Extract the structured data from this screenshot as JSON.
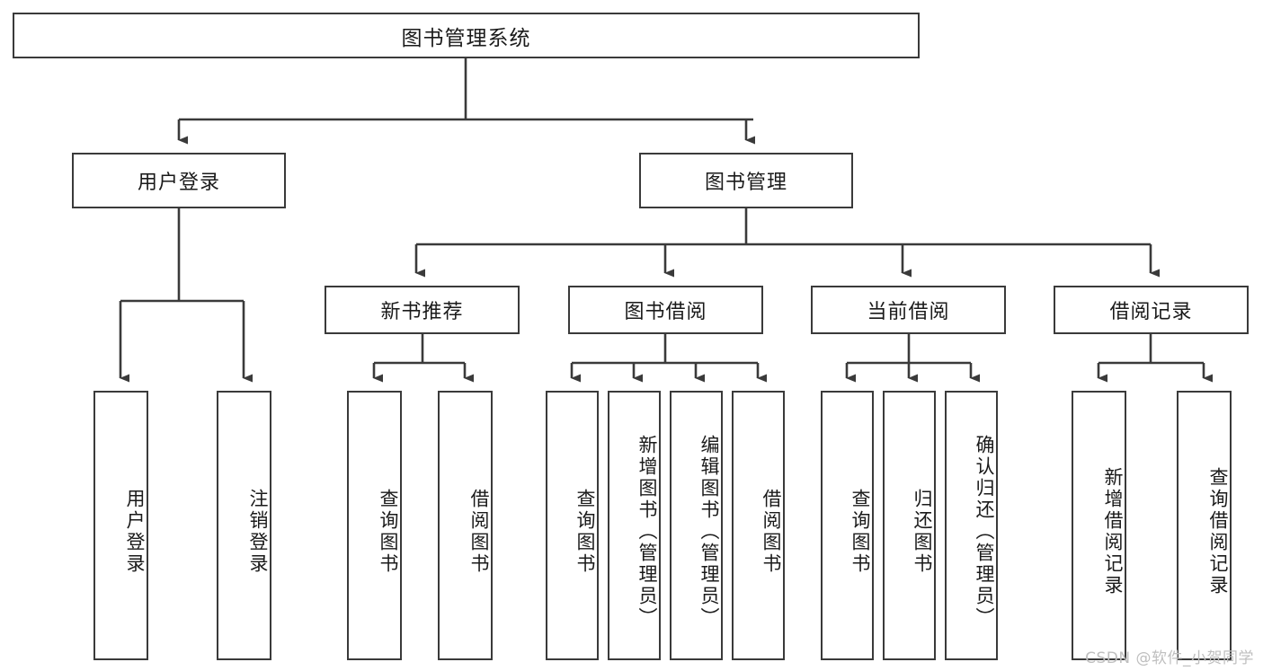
{
  "diagram": {
    "title": "图书管理系统",
    "type": "tree-hierarchy-chart",
    "watermark": "CSDN @软件_小贺同学",
    "colors": {
      "box_border": "#3a3a3a",
      "box_fill": "#ffffff",
      "connector": "#3a3a3a",
      "text": "#1a1a1a",
      "watermark": "#bfbfbf",
      "background": "#ffffff"
    }
  },
  "root": {
    "label": "图书管理系统"
  },
  "level2": [
    {
      "id": "user-login",
      "label": "用户登录"
    },
    {
      "id": "book-management",
      "label": "图书管理"
    }
  ],
  "level3": [
    {
      "id": "new-book-recommend",
      "label": "新书推荐",
      "parent": "book-management"
    },
    {
      "id": "book-borrow",
      "label": "图书借阅",
      "parent": "book-management"
    },
    {
      "id": "current-borrow",
      "label": "当前借阅",
      "parent": "book-management"
    },
    {
      "id": "borrow-record",
      "label": "借阅记录",
      "parent": "book-management"
    }
  ],
  "leaves": {
    "user_login": [
      {
        "id": "leaf-user-login",
        "label": "用户登录"
      },
      {
        "id": "leaf-user-logout",
        "label": "注销登录"
      }
    ],
    "new_book_recommend": [
      {
        "id": "leaf-query-book-1",
        "label": "查询图书"
      },
      {
        "id": "leaf-borrow-book-1",
        "label": "借阅图书"
      }
    ],
    "book_borrow": [
      {
        "id": "leaf-query-book-2",
        "label": "查询图书"
      },
      {
        "id": "leaf-add-book",
        "label": "新增图书（管理员）"
      },
      {
        "id": "leaf-edit-book",
        "label": "编辑图书（管理员）"
      },
      {
        "id": "leaf-borrow-book-2",
        "label": "借阅图书"
      }
    ],
    "current_borrow": [
      {
        "id": "leaf-query-book-3",
        "label": "查询图书"
      },
      {
        "id": "leaf-return-book",
        "label": "归还图书"
      },
      {
        "id": "leaf-confirm-return",
        "label": "确认归还（管理员）"
      }
    ],
    "borrow_record": [
      {
        "id": "leaf-add-record",
        "label": "新增借阅记录"
      },
      {
        "id": "leaf-query-record",
        "label": "查询借阅记录"
      }
    ]
  }
}
